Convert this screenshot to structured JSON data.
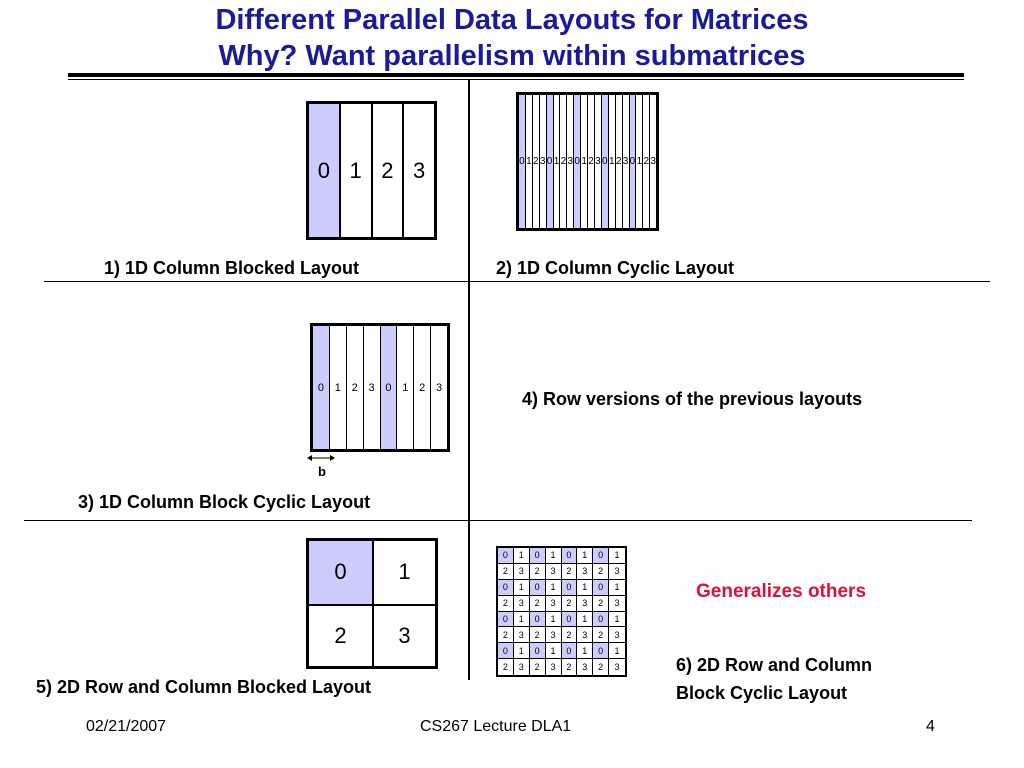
{
  "title": {
    "line1": "Different Parallel Data Layouts for Matrices",
    "line2": "Why? Want parallelism within submatrices"
  },
  "panels": {
    "col_blocked": {
      "caption": "1) 1D Column Blocked Layout",
      "cells": [
        "0",
        "1",
        "2",
        "3"
      ]
    },
    "col_cyclic": {
      "caption": "2) 1D Column Cyclic Layout",
      "cells": [
        "0",
        "1",
        "2",
        "3",
        "0",
        "1",
        "2",
        "3",
        "0",
        "1",
        "2",
        "3",
        "0",
        "1",
        "2",
        "3",
        "0",
        "1",
        "2",
        "3"
      ]
    },
    "col_block_cyclic": {
      "caption": "3) 1D Column Block Cyclic Layout",
      "cells": [
        "0",
        "1",
        "2",
        "3",
        "0",
        "1",
        "2",
        "3"
      ],
      "b_label": "b"
    },
    "row_versions": {
      "caption": "4) Row versions of the previous layouts"
    },
    "blocked_2d": {
      "caption": "5) 2D Row and Column Blocked Layout",
      "cells": [
        "0",
        "1",
        "2",
        "3"
      ]
    },
    "block_cyclic_2d": {
      "caption_line1": "6) 2D Row and Column",
      "caption_line2": "Block Cyclic Layout",
      "note": "Generalizes others",
      "row_a": [
        "0",
        "1",
        "0",
        "1",
        "0",
        "1",
        "0",
        "1"
      ],
      "row_b": [
        "2",
        "3",
        "2",
        "3",
        "2",
        "3",
        "2",
        "3"
      ]
    }
  },
  "footer": {
    "date": "02/21/2007",
    "course": "CS267 Lecture DLA1",
    "page": "4"
  },
  "colors": {
    "title": "#1a1a9a",
    "highlight": "#ccccff",
    "note": "#e0103a"
  }
}
